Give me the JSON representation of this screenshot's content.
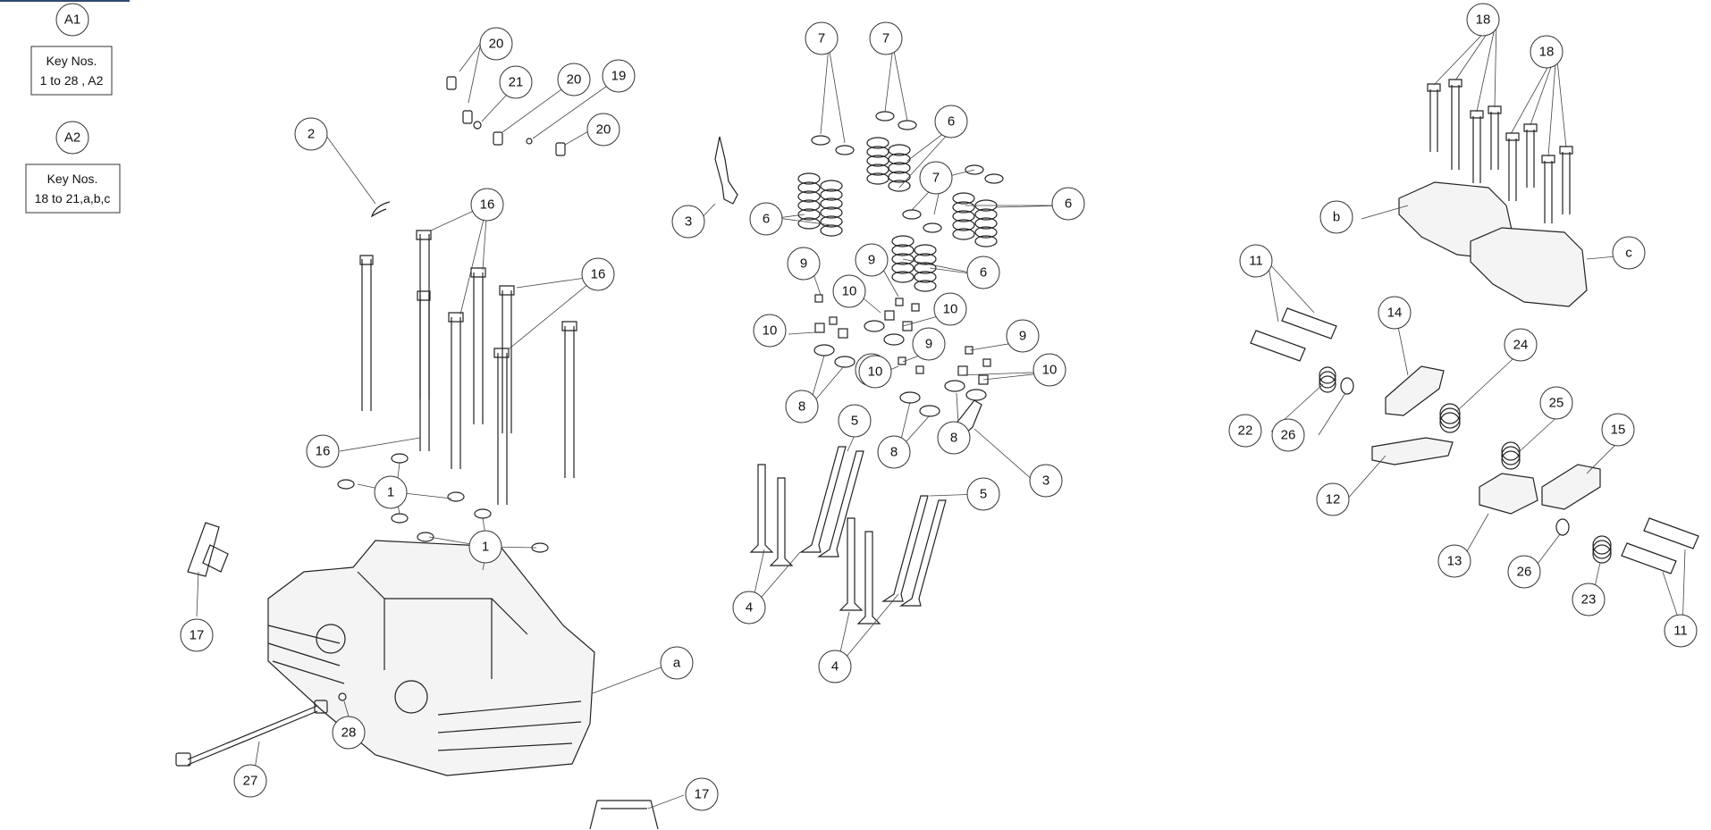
{
  "legend": [
    {
      "tag": "A1",
      "line1": "Key Nos.",
      "line2": "1 to 28 , A2"
    },
    {
      "tag": "A2",
      "line1": "Key Nos.",
      "line2": "18 to 21,a,b,c"
    }
  ],
  "callouts": [
    "20",
    "21",
    "20",
    "19",
    "20",
    "2",
    "16",
    "16",
    "16",
    "1",
    "1",
    "17",
    "28",
    "27",
    "a",
    "17",
    "7",
    "7",
    "6",
    "3",
    "6",
    "7",
    "6",
    "6",
    "9",
    "9",
    "10",
    "10",
    "10",
    "10",
    "9",
    "9",
    "10",
    "10",
    "8",
    "5",
    "8",
    "8",
    "3",
    "5",
    "4",
    "4",
    "18",
    "18",
    "b",
    "c",
    "11",
    "14",
    "24",
    "22",
    "26",
    "25",
    "15",
    "12",
    "13",
    "26",
    "23",
    "11"
  ]
}
